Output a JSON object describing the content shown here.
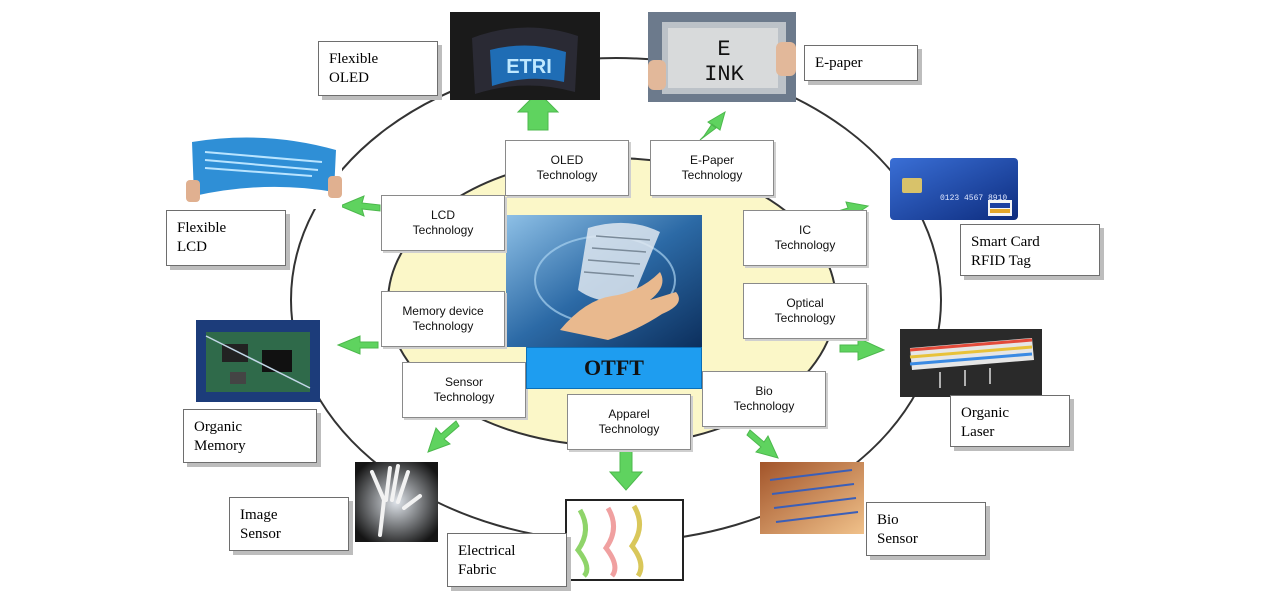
{
  "center": {
    "label": "OTFT"
  },
  "technologies": [
    {
      "id": "oled",
      "label": "OLED\nTechnology"
    },
    {
      "id": "epaper",
      "label": "E-Paper\nTechnology"
    },
    {
      "id": "lcd",
      "label": "LCD\nTechnology"
    },
    {
      "id": "ic",
      "label": "IC\nTechnology"
    },
    {
      "id": "memory",
      "label": "Memory device\nTechnology"
    },
    {
      "id": "optical",
      "label": "Optical\nTechnology"
    },
    {
      "id": "sensor",
      "label": "Sensor\nTechnology"
    },
    {
      "id": "bio",
      "label": "Bio\nTechnology"
    },
    {
      "id": "apparel",
      "label": "Apparel\nTechnology"
    }
  ],
  "applications": [
    {
      "id": "flexible-oled",
      "label": "Flexible\nOLED"
    },
    {
      "id": "e-paper",
      "label": "E-paper"
    },
    {
      "id": "flexible-lcd",
      "label": "Flexible\nLCD"
    },
    {
      "id": "smart-card",
      "label": "Smart Card\nRFID Tag"
    },
    {
      "id": "organic-memory",
      "label": "Organic\nMemory"
    },
    {
      "id": "organic-laser",
      "label": "Organic\nLaser"
    },
    {
      "id": "image-sensor",
      "label": "Image\nSensor"
    },
    {
      "id": "electrical-fabric",
      "label": "Electrical\nFabric"
    },
    {
      "id": "bio-sensor",
      "label": "Bio\nSensor"
    }
  ],
  "photos": {
    "eink_text_line1": "E",
    "eink_text_line2": "INK"
  },
  "colors": {
    "ring_line": "#333333",
    "inner_ellipse_fill": "#fbf7c8",
    "arrow_green": "#5fd35f",
    "center_label_bg": "#1e9df0"
  }
}
